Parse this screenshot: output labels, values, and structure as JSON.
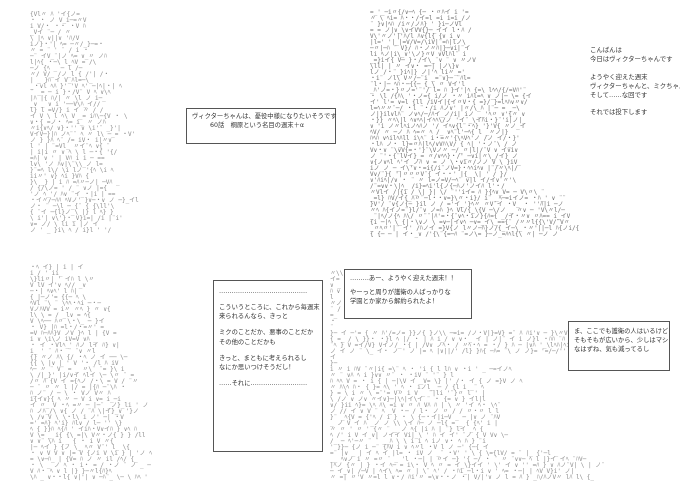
{
  "panel1": {
    "bubble_lines": [
      "ヴィクターちゃんは、憂役中様になりたいそうです",
      "60話　桐原という名目の週末＋α"
    ]
  },
  "panel2": {
    "narration_lines": [
      "こんばんは",
      "今日はヴィクターちゃんです",
      "",
      "ようやく迎えた週末",
      "ヴィクターちゃんと、ミクちゃん",
      "そして……な回です",
      "",
      "それでは投下します"
    ]
  },
  "panel3": {
    "bubble_lines": [
      "……………………………………",
      "",
      "こういうところに、これから毎週末",
      "来られるんなら、きっと",
      "",
      "ミクのことだか、悪事のことだか",
      "その他のことだかも",
      "",
      "きっと、まともに考えられるし",
      "なにか思いつけそうだし！",
      "",
      "……それに………………………"
    ]
  },
  "panel4": {
    "bubble_a_lines": [
      "………あー、ようやく迎えた週末！！",
      "やーっと周りが護衛の人ばっかりな",
      "学園とか家から解約られたよ！"
    ],
    "bubble_b_lines": [
      "ま、ここでも護衛の人はいるけど",
      "そもそもが広いから、少しはマシ",
      "なはずね、気も減ってるし"
    ]
  }
}
